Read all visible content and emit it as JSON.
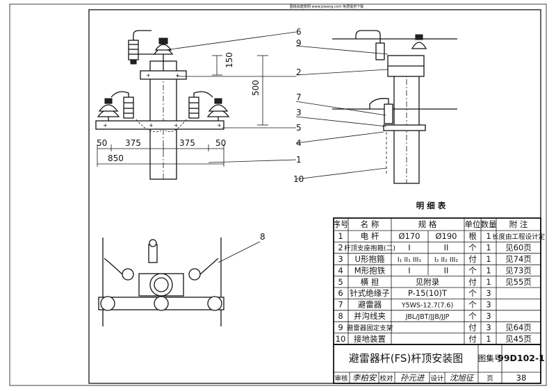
{
  "header_note": "图纸由建筑网 www.jzwang.com 免费提供下载",
  "dimensions": {
    "d150": "150",
    "d500": "500",
    "d50a": "50",
    "d375a": "375",
    "d375b": "375",
    "d50b": "50",
    "d850": "850"
  },
  "callouts": {
    "c1": "1",
    "c2": "2",
    "c3": "3",
    "c4": "4",
    "c5": "5",
    "c6": "6",
    "c7": "7",
    "c8": "8",
    "c9": "9",
    "c10": "10"
  },
  "table_title": "明 细 表",
  "table": {
    "headers": [
      "序号",
      "名 称",
      "规 格",
      "单位",
      "数量",
      "附 注"
    ],
    "rows": [
      {
        "no": "1",
        "name": "电 杆",
        "spec_a": "Ø170",
        "spec_b": "Ø190",
        "unit": "根",
        "qty": "1",
        "note": "长度由工程设计定"
      },
      {
        "no": "2",
        "name": "杆顶支座抱箍(二)",
        "spec_a": "I",
        "spec_b": "II",
        "unit": "个",
        "qty": "1",
        "note": "见60页"
      },
      {
        "no": "3",
        "name": "U形抱箍",
        "spec_a": "I₁ II₁ III₁",
        "spec_b": "I₂ II₂ III₂",
        "unit": "付",
        "qty": "1",
        "note": "见74页"
      },
      {
        "no": "4",
        "name": "M形抱铁",
        "spec_a": "I",
        "spec_b": "II",
        "unit": "个",
        "qty": "1",
        "note": "见73页"
      },
      {
        "no": "5",
        "name": "横 担",
        "spec_a": "见附录",
        "spec_b": "",
        "unit": "付",
        "qty": "1",
        "note": "见55页"
      },
      {
        "no": "6",
        "name": "针式绝缘子",
        "spec_a": "P-15(10)T",
        "spec_b": "",
        "unit": "个",
        "qty": "3",
        "note": ""
      },
      {
        "no": "7",
        "name": "避雷器",
        "spec_a": "Y5WS-12.7(7.6)",
        "spec_b": "",
        "unit": "个",
        "qty": "3",
        "note": ""
      },
      {
        "no": "8",
        "name": "并沟线夹",
        "spec_a": "JBL/JBT/JJB/JJP",
        "spec_b": "",
        "unit": "个",
        "qty": "3",
        "note": ""
      },
      {
        "no": "9",
        "name": "避雷器固定支架",
        "spec_a": "",
        "spec_b": "",
        "unit": "付",
        "qty": "3",
        "note": "见64页"
      },
      {
        "no": "10",
        "name": "接地装置",
        "spec_a": "",
        "spec_b": "",
        "unit": "付",
        "qty": "1",
        "note": "见45页"
      }
    ]
  },
  "title_block": {
    "drawing_title": "避雷器杆(FS)杆顶安装图",
    "atlas_label": "图集号",
    "atlas_no": "99D102-1",
    "review_label": "审核",
    "review_sig": "李柏安",
    "check_label": "校对",
    "check_sig": "孙元进",
    "design_label": "设计",
    "design_sig": "沈旭征",
    "page_label": "页",
    "page_no": "38"
  },
  "colors": {
    "ink": "#111111",
    "paper": "#ffffff"
  }
}
